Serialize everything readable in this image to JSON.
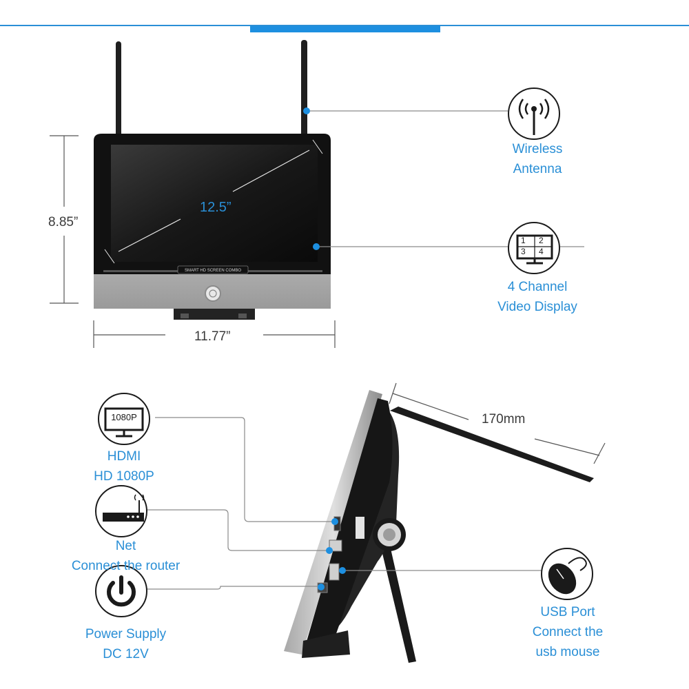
{
  "dimensions": {
    "height": "8.85”",
    "width": "11.77”",
    "screen": "12.5”",
    "antenna_length": "170mm"
  },
  "device": {
    "bezel_text": "SMART HD SCREEN COMBO",
    "hdmi_icon_text": "1080P"
  },
  "grid_icon": [
    "1",
    "2",
    "3",
    "4"
  ],
  "features": {
    "wireless": {
      "line1": "Wireless",
      "line2": "Antenna",
      "icon": "wireless-signal-icon"
    },
    "display": {
      "line1": "4 Channel",
      "line2": "Video Display",
      "icon": "quad-grid-monitor-icon"
    },
    "hdmi": {
      "line1": "HDMI",
      "line2": "HD 1080P",
      "icon": "monitor-icon"
    },
    "net": {
      "line1": "Net",
      "line2": "Connect the router",
      "icon": "router-icon"
    },
    "power": {
      "line1": "Power Supply",
      "line2": "DC 12V",
      "icon": "power-icon"
    },
    "usb": {
      "line1": "USB Port",
      "line2": "Connect the",
      "line3": "usb mouse",
      "icon": "mouse-icon"
    }
  },
  "colors": {
    "accent": "#2a8fd6",
    "dot": "#1d8fe0",
    "line": "#8a8a8a",
    "device": "#1a1a1a",
    "silver": "#c8c8c8"
  }
}
